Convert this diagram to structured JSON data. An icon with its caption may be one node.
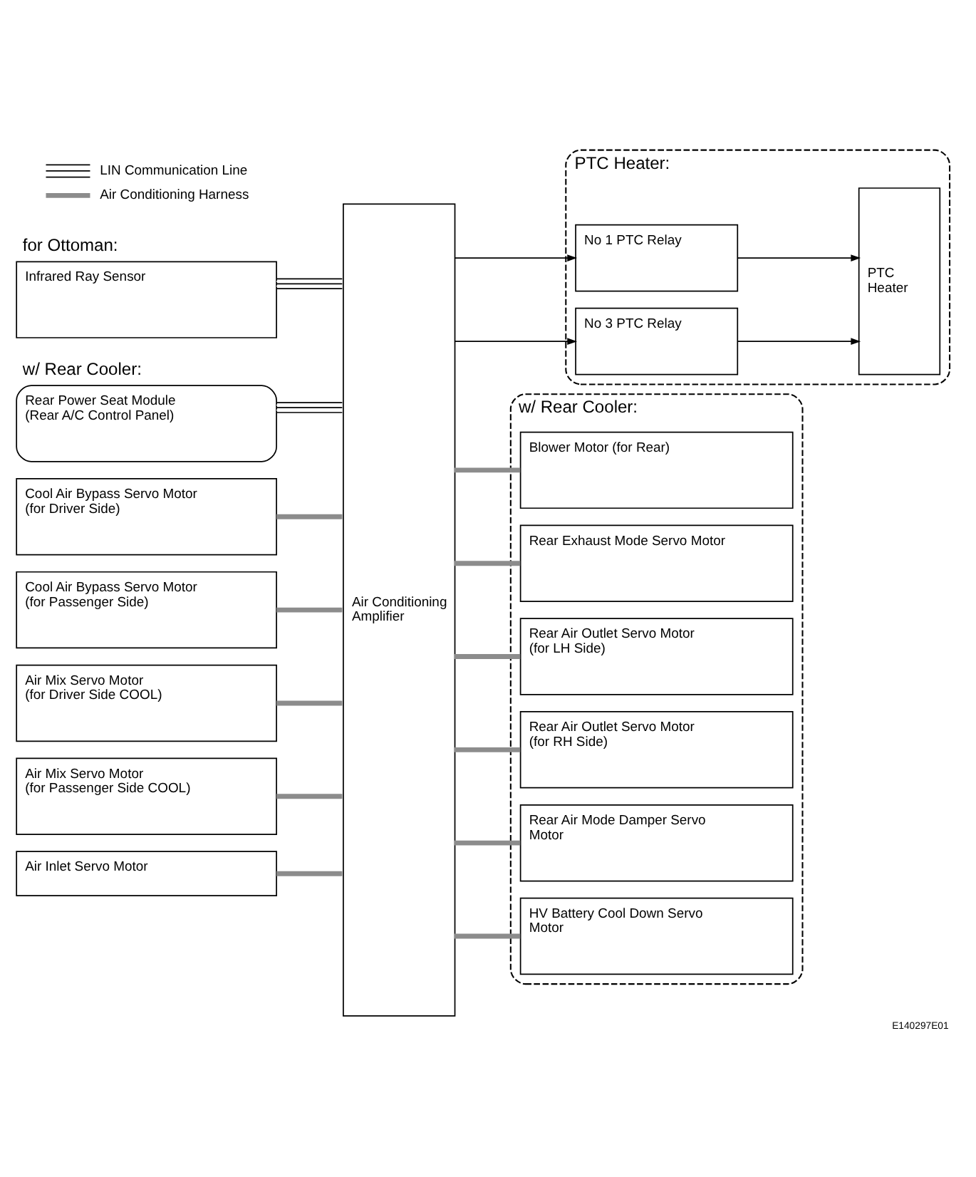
{
  "diagram": {
    "caption": "E140297E01",
    "nodes": [
      {
        "text": [
          "Infrared Ray Sensor"
        ],
        "beside": [
          "for Ottoman:"
        ]
      },
      {
        "text": [
          "Rear Power Seat Module (Rear A/C Control Panel)"
        ],
        "beside": [
          "w/ Rear Cooler:"
        ]
      },
      {
        "text": [
          "Cool Air Bypass Servo Motor (for Driver Side)"
        ]
      },
      {
        "text": [
          "Cool Air Bypass Servo Motor (for Passenger Side)"
        ]
      },
      {
        "text": [
          "Air Mix Servo Motor (for Driver Side COOL)"
        ]
      },
      {
        "text": [
          "Air Mix Servo Motor (for Passenger Side COOL)"
        ]
      },
      {
        "text": [
          "Air Inlet Servo Motor"
        ]
      },
      {
        "text": [
          "Air Conditioning Amplifier"
        ]
      },
      {
        "text": [
          "PTC Heater:"
        ]
      },
      {
        "text": [
          "No 1 PTC Relay"
        ],
        "in": 8
      },
      {
        "text": [
          "No 3 PTC Relay"
        ],
        "in": 8
      },
      {
        "text": [
          "PTC Heater"
        ],
        "in": 8
      },
      {
        "text": [
          "w/ Rear Cooler:"
        ]
      },
      {
        "text": [
          "Blower Motor (for Rear)"
        ],
        "in": 12
      },
      {
        "text": [
          "Rear Exhaust Mode Servo Motor"
        ],
        "in": 12
      },
      {
        "text": [
          "Rear Air Outlet Servo Motor (for LH Side)"
        ],
        "in": 12
      },
      {
        "text": [
          "Rear Air Outlet Servo Motor (for RH Side)"
        ],
        "in": 12
      },
      {
        "text": [
          "Rear Air Mode Damper Servo Motor"
        ],
        "in": 12
      },
      {
        "text": [
          "HV Battery Cool Down Servo Motor"
        ],
        "in": 12
      }
    ],
    "edges": [
      {
        "from": 0,
        "to": 7,
        "arrow": "none",
        "color": "#000000"
      },
      {
        "from": 1,
        "to": 7,
        "arrow": "none",
        "color": "#000000"
      },
      {
        "from": 2,
        "to": 7,
        "arrow": "none"
      },
      {
        "from": 3,
        "to": 7,
        "arrow": "none"
      },
      {
        "from": 4,
        "to": 7,
        "arrow": "none"
      },
      {
        "from": 5,
        "to": 7,
        "arrow": "none"
      },
      {
        "from": 6,
        "to": 7,
        "arrow": "none"
      },
      {
        "from": 7,
        "to": 9,
        "arrow": "to",
        "color": "#000000"
      },
      {
        "from": 7,
        "to": 10,
        "arrow": "to",
        "color": "#000000"
      },
      {
        "from": 9,
        "to": 11,
        "arrow": "to",
        "color": "#000000"
      },
      {
        "from": 10,
        "to": 11,
        "arrow": "to",
        "color": "#000000"
      },
      {
        "from": 7,
        "to": 13,
        "arrow": "none"
      },
      {
        "from": 7,
        "to": 14,
        "arrow": "none"
      },
      {
        "from": 7,
        "to": 15,
        "arrow": "none"
      },
      {
        "from": 7,
        "to": 16,
        "arrow": "none"
      },
      {
        "from": 7,
        "to": 17,
        "arrow": "none"
      },
      {
        "from": 7,
        "to": 18,
        "arrow": "none"
      }
    ],
    "legend": [
      {
        "text": "LIN Communication Line"
      },
      {
        "text": "Air Conditioning Harness"
      }
    ]
  }
}
